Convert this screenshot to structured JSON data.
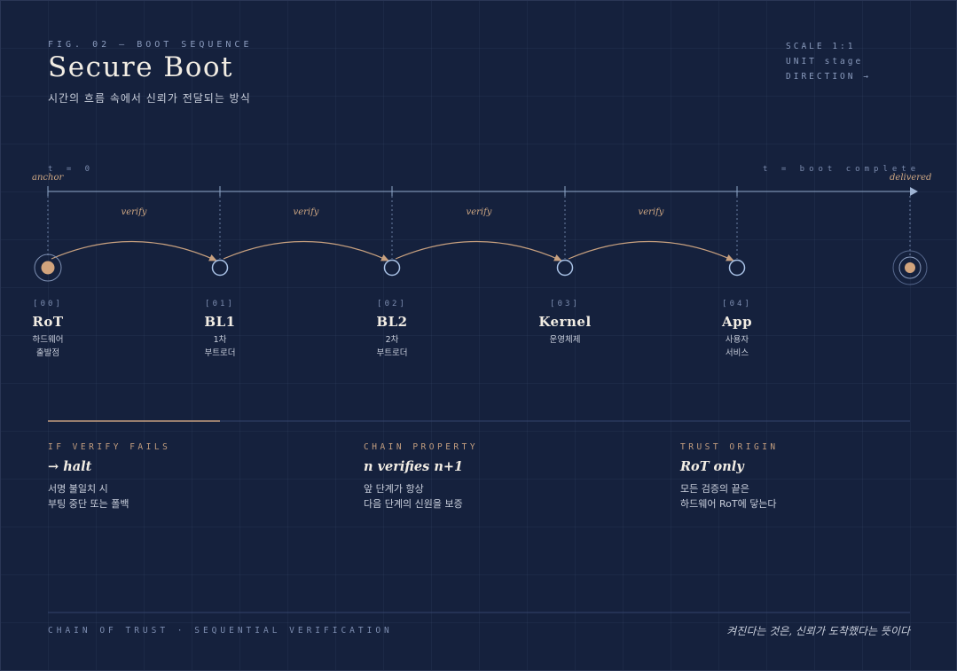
{
  "header": {
    "fig_label": "FIG. 02 — BOOT SEQUENCE",
    "title": "Secure Boot",
    "subtitle": "시간의 흐름 속에서 신뢰가 전달되는 방식"
  },
  "meta": {
    "scale": "SCALE 1:1",
    "unit": "UNIT stage",
    "direction": "DIRECTION →"
  },
  "timeline": {
    "start_label": "t = 0",
    "end_label": "t = boot complete",
    "anchor_label": "anchor",
    "delivered_label": "delivered",
    "edge_label": "verify"
  },
  "nodes": [
    {
      "index": "[00]",
      "name": "RoT",
      "desc": [
        "하드웨어",
        "출발점"
      ]
    },
    {
      "index": "[01]",
      "name": "BL1",
      "desc": [
        "1차",
        "부트로더"
      ]
    },
    {
      "index": "[02]",
      "name": "BL2",
      "desc": [
        "2차",
        "부트로더"
      ]
    },
    {
      "index": "[03]",
      "name": "Kernel",
      "desc": [
        "운영체제",
        ""
      ]
    },
    {
      "index": "[04]",
      "name": "App",
      "desc": [
        "사용자",
        "서비스"
      ]
    }
  ],
  "sections": [
    {
      "label": "IF VERIFY FAILS",
      "headline": "→ halt",
      "body": [
        "서명 불일치 시",
        "부팅 중단 또는 폴백"
      ]
    },
    {
      "label": "CHAIN PROPERTY",
      "headline": "n verifies n+1",
      "body": [
        "앞 단계가 항상",
        "다음 단계의 신원을 보증"
      ]
    },
    {
      "label": "TRUST ORIGIN",
      "headline": "RoT only",
      "body": [
        "모든 검증의 끝은",
        "하드웨어 RoT에 닿는다"
      ]
    }
  ],
  "footer": {
    "left": "CHAIN OF TRUST · SEQUENTIAL VERIFICATION",
    "right": "켜진다는 것은, 신뢰가 도착했다는 뜻이다"
  },
  "colors": {
    "background": "#15213d",
    "accent": "#d2a47d",
    "line": "#8fa6c8"
  }
}
